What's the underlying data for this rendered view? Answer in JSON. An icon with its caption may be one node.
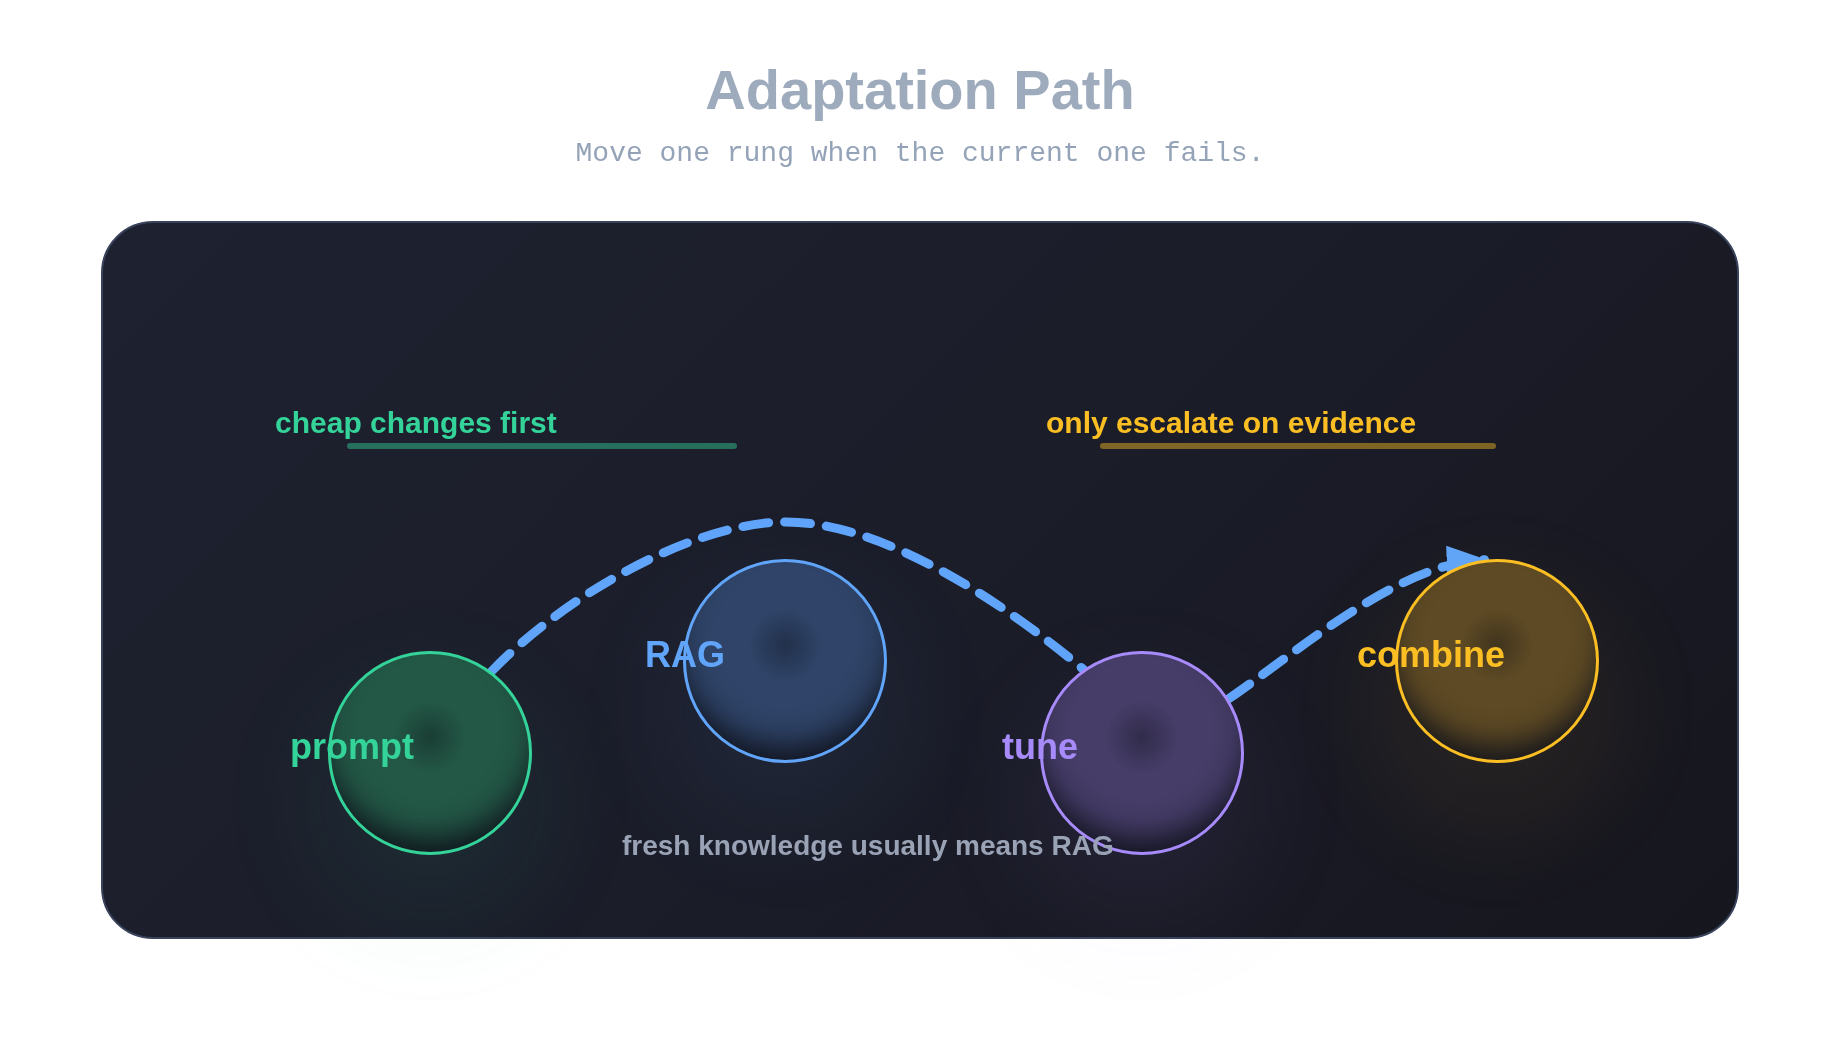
{
  "diagram": {
    "title": "Adaptation Path",
    "nodes": [
      {
        "text": [
          "prompt"
        ]
      },
      {
        "text": [
          "RAG"
        ]
      },
      {
        "text": [
          "tune"
        ]
      },
      {
        "text": [
          "combine"
        ]
      }
    ],
    "edges": [
      {
        "from": 0,
        "to": 2,
        "arrow": "none",
        "style": "dashed"
      },
      {
        "from": 2,
        "to": 3,
        "arrow": "to",
        "style": "dashed"
      }
    ],
    "labels": [
      "Move one rung when the current one fails.",
      "cheap changes first",
      "only escalate on evidence",
      "fresh knowledge usually means RAG"
    ]
  }
}
